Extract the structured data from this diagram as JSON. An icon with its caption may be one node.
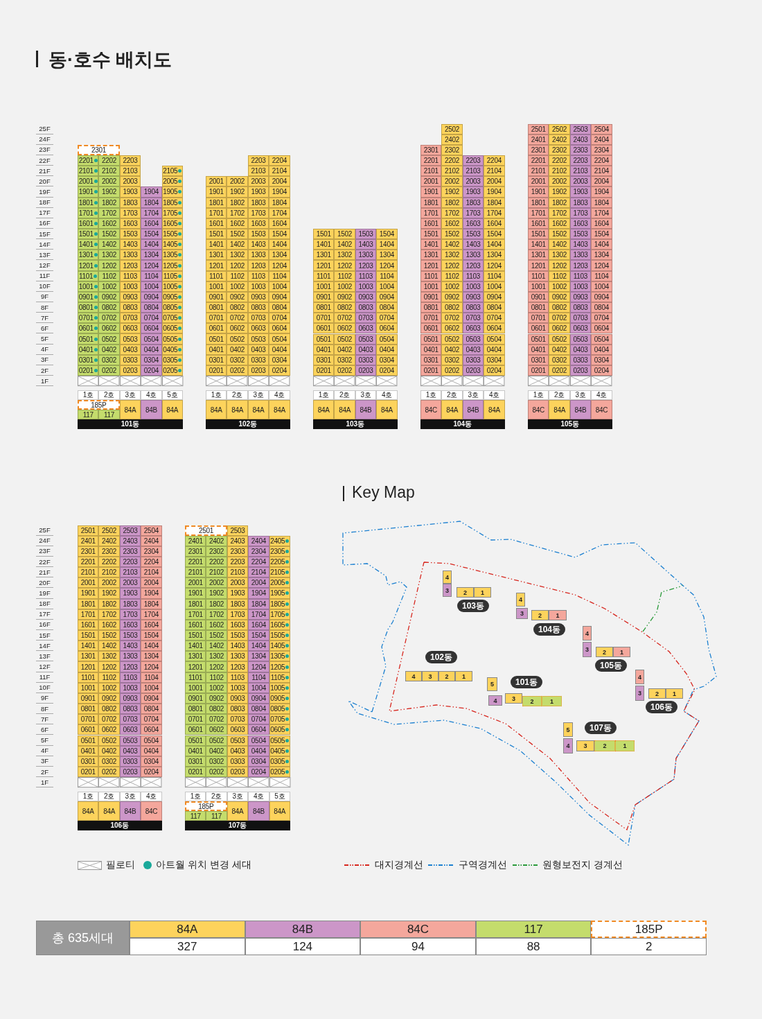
{
  "diagram": {
    "title": "동·호수 배치도",
    "nodes": [
      {
        "text": [
          "2301",
          "2201",
          "2202",
          "2203",
          "2101",
          "2102",
          "2103",
          "2105",
          "2001",
          "2002",
          "2003",
          "2005",
          "1901",
          "1902",
          "1903",
          "1904",
          "1905",
          "1801",
          "1802",
          "1803",
          "1804",
          "1805",
          "1701",
          "1702",
          "1703",
          "1704",
          "1705",
          "1601",
          "1602",
          "1603",
          "1604",
          "1605",
          "1501",
          "1502",
          "1503",
          "1504",
          "1505",
          "1401",
          "1402",
          "1403",
          "1404",
          "1405",
          "1301",
          "1302",
          "1303",
          "1304",
          "1305",
          "1201",
          "1202",
          "1203",
          "1204",
          "1205",
          "1101",
          "1102",
          "1103",
          "1104",
          "1105",
          "1001",
          "1002",
          "1003",
          "1004",
          "1005",
          "0901",
          "0902",
          "0903",
          "0904",
          "0905",
          "0801",
          "0802",
          "0803",
          "0804",
          "0805",
          "0701",
          "0702",
          "0703",
          "0704",
          "0705",
          "0601",
          "0602",
          "0603",
          "0604",
          "0605",
          "0501",
          "0502",
          "0503",
          "0504",
          "0505",
          "0401",
          "0402",
          "0403",
          "0404",
          "0405",
          "0301",
          "0302",
          "0303",
          "0304",
          "0305",
          "0201",
          "0202",
          "0203",
          "0204",
          "0205",
          "1호",
          "2호",
          "3호",
          "4호",
          "5호",
          "185P",
          "84A",
          "84B",
          "84A",
          "117",
          "117",
          "101동"
        ]
      },
      {
        "text": [
          "2203",
          "2204",
          "2103",
          "2104",
          "2001",
          "2002",
          "2003",
          "2004",
          "1901",
          "1902",
          "1903",
          "1904",
          "1801",
          "1802",
          "1803",
          "1804",
          "1701",
          "1702",
          "1703",
          "1704",
          "1601",
          "1602",
          "1603",
          "1604",
          "1501",
          "1502",
          "1503",
          "1504",
          "1401",
          "1402",
          "1403",
          "1404",
          "1301",
          "1302",
          "1303",
          "1304",
          "1201",
          "1202",
          "1203",
          "1204",
          "1101",
          "1102",
          "1103",
          "1104",
          "1001",
          "1002",
          "1003",
          "1004",
          "0901",
          "0902",
          "0903",
          "0904",
          "0801",
          "0802",
          "0803",
          "0804",
          "0701",
          "0702",
          "0703",
          "0704",
          "0601",
          "0602",
          "0603",
          "0604",
          "0501",
          "0502",
          "0503",
          "0504",
          "0401",
          "0402",
          "0403",
          "0404",
          "0301",
          "0302",
          "0303",
          "0304",
          "0201",
          "0202",
          "0203",
          "0204",
          "1호",
          "2호",
          "3호",
          "4호",
          "84A",
          "84A",
          "84A",
          "84A",
          "102동"
        ]
      },
      {
        "text": [
          "1501",
          "1502",
          "1503",
          "1504",
          "1401",
          "1402",
          "1403",
          "1404",
          "1301",
          "1302",
          "1303",
          "1304",
          "1201",
          "1202",
          "1203",
          "1204",
          "1101",
          "1102",
          "1103",
          "1104",
          "1001",
          "1002",
          "1003",
          "1004",
          "0901",
          "0902",
          "0903",
          "0904",
          "0801",
          "0802",
          "0803",
          "0804",
          "0701",
          "0702",
          "0703",
          "0704",
          "0601",
          "0602",
          "0603",
          "0604",
          "0501",
          "0502",
          "0503",
          "0504",
          "0401",
          "0402",
          "0403",
          "0404",
          "0301",
          "0302",
          "0303",
          "0304",
          "0201",
          "0202",
          "0203",
          "0204",
          "1호",
          "2호",
          "3호",
          "4호",
          "84A",
          "84A",
          "84B",
          "84A",
          "103동"
        ]
      },
      {
        "text": [
          "2502",
          "2402",
          "2301",
          "2302",
          "2201",
          "2202",
          "2203",
          "2204",
          "2101",
          "2102",
          "2103",
          "2104",
          "2001",
          "2002",
          "2003",
          "2004",
          "1901",
          "1902",
          "1903",
          "1904",
          "1801",
          "1802",
          "1803",
          "1804",
          "1701",
          "1702",
          "1703",
          "1704",
          "1601",
          "1602",
          "1603",
          "1604",
          "1501",
          "1502",
          "1503",
          "1504",
          "1401",
          "1402",
          "1403",
          "1404",
          "1301",
          "1302",
          "1303",
          "1304",
          "1201",
          "1202",
          "1203",
          "1204",
          "1101",
          "1102",
          "1103",
          "1104",
          "1001",
          "1002",
          "1003",
          "1004",
          "0901",
          "0902",
          "0903",
          "0904",
          "0801",
          "0802",
          "0803",
          "0804",
          "0701",
          "0702",
          "0703",
          "0704",
          "0601",
          "0602",
          "0603",
          "0604",
          "0501",
          "0502",
          "0503",
          "0504",
          "0401",
          "0402",
          "0403",
          "0404",
          "0301",
          "0302",
          "0303",
          "0304",
          "0201",
          "0202",
          "0203",
          "0204",
          "1호",
          "2호",
          "3호",
          "4호",
          "84C",
          "84A",
          "84B",
          "84A",
          "104동"
        ]
      },
      {
        "text": [
          "2501",
          "2502",
          "2503",
          "2504",
          "2401",
          "2402",
          "2403",
          "2404",
          "2301",
          "2302",
          "2303",
          "2304",
          "2201",
          "2202",
          "2203",
          "2204",
          "2101",
          "2102",
          "2103",
          "2104",
          "2001",
          "2002",
          "2003",
          "2004",
          "1901",
          "1902",
          "1903",
          "1904",
          "1801",
          "1802",
          "1803",
          "1804",
          "1701",
          "1702",
          "1703",
          "1704",
          "1601",
          "1602",
          "1603",
          "1604",
          "1501",
          "1502",
          "1503",
          "1504",
          "1401",
          "1402",
          "1403",
          "1404",
          "1301",
          "1302",
          "1303",
          "1304",
          "1201",
          "1202",
          "1203",
          "1204",
          "1101",
          "1102",
          "1103",
          "1104",
          "1001",
          "1002",
          "1003",
          "1004",
          "0901",
          "0902",
          "0903",
          "0904",
          "0801",
          "0802",
          "0803",
          "0804",
          "0701",
          "0702",
          "0703",
          "0704",
          "0601",
          "0602",
          "0603",
          "0604",
          "0501",
          "0502",
          "0503",
          "0504",
          "0401",
          "0402",
          "0403",
          "0404",
          "0301",
          "0302",
          "0303",
          "0304",
          "0201",
          "0202",
          "0203",
          "0204",
          "1호",
          "2호",
          "3호",
          "4호",
          "84C",
          "84A",
          "84B",
          "84C",
          "105동"
        ]
      },
      {
        "text": [
          "2501",
          "2502",
          "2503",
          "2504",
          "2401",
          "2402",
          "2403",
          "2404",
          "2301",
          "2302",
          "2303",
          "2304",
          "2201",
          "2202",
          "2203",
          "2204",
          "2101",
          "2102",
          "2103",
          "2104",
          "2001",
          "2002",
          "2003",
          "2004",
          "1901",
          "1902",
          "1903",
          "1904",
          "1801",
          "1802",
          "1803",
          "1804",
          "1701",
          "1702",
          "1703",
          "1704",
          "1601",
          "1602",
          "1603",
          "1604",
          "1501",
          "1502",
          "1503",
          "1504",
          "1401",
          "1402",
          "1403",
          "1404",
          "1301",
          "1302",
          "1303",
          "1304",
          "1201",
          "1202",
          "1203",
          "1204",
          "1101",
          "1102",
          "1103",
          "1104",
          "1001",
          "1002",
          "1003",
          "1004",
          "0901",
          "0902",
          "0903",
          "0904",
          "0801",
          "0802",
          "0803",
          "0804",
          "0701",
          "0702",
          "0703",
          "0704",
          "0601",
          "0602",
          "0603",
          "0604",
          "0501",
          "0502",
          "0503",
          "0504",
          "0401",
          "0402",
          "0403",
          "0404",
          "0301",
          "0302",
          "0303",
          "0304",
          "0201",
          "0202",
          "0203",
          "0204",
          "1호",
          "2호",
          "3호",
          "4호",
          "84A",
          "84A",
          "84B",
          "84C",
          "106동"
        ]
      },
      {
        "text": [
          "2501",
          "2503",
          "2401",
          "2402",
          "2403",
          "2404",
          "2405",
          "2301",
          "2302",
          "2303",
          "2304",
          "2305",
          "2201",
          "2202",
          "2203",
          "2204",
          "2205",
          "2101",
          "2102",
          "2103",
          "2104",
          "2105",
          "2001",
          "2002",
          "2003",
          "2004",
          "2005",
          "1901",
          "1902",
          "1903",
          "1904",
          "1905",
          "1801",
          "1802",
          "1803",
          "1804",
          "1805",
          "1701",
          "1702",
          "1703",
          "1704",
          "1705",
          "1601",
          "1602",
          "1603",
          "1604",
          "1605",
          "1501",
          "1502",
          "1503",
          "1504",
          "1505",
          "1401",
          "1402",
          "1403",
          "1404",
          "1405",
          "1301",
          "1302",
          "1303",
          "1304",
          "1305",
          "1201",
          "1202",
          "1203",
          "1204",
          "1205",
          "1101",
          "1102",
          "1103",
          "1104",
          "1105",
          "1001",
          "1002",
          "1003",
          "1004",
          "1005",
          "0901",
          "0902",
          "0903",
          "0904",
          "0905",
          "0801",
          "0802",
          "0803",
          "0804",
          "0805",
          "0701",
          "0702",
          "0703",
          "0704",
          "0705",
          "0601",
          "0602",
          "0603",
          "0604",
          "0605",
          "0501",
          "0502",
          "0503",
          "0504",
          "0505",
          "0401",
          "0402",
          "0403",
          "0404",
          "0405",
          "0301",
          "0302",
          "0303",
          "0304",
          "0305",
          "0201",
          "0202",
          "0203",
          "0204",
          "0205",
          "1호",
          "2호",
          "3호",
          "4호",
          "5호",
          "185P",
          "84A",
          "84B",
          "84A",
          "117",
          "117",
          "107동"
        ]
      },
      {
        "text": [
          "4",
          "3",
          "2",
          "1",
          "103동"
        ]
      },
      {
        "text": [
          "4",
          "3",
          "2",
          "1",
          "104동"
        ]
      },
      {
        "text": [
          "4",
          "3",
          "2",
          "1",
          "105동"
        ]
      },
      {
        "text": [
          "4",
          "3",
          "2",
          "1",
          "102동"
        ]
      },
      {
        "text": [
          "4",
          "3",
          "2",
          "1",
          "106동"
        ]
      },
      {
        "text": [
          "5",
          "4",
          "3",
          "2",
          "1",
          "101동"
        ]
      },
      {
        "text": [
          "5",
          "4",
          "3",
          "2",
          "1",
          "107동"
        ]
      }
    ],
    "labels": [
      "25F",
      "24F",
      "23F",
      "22F",
      "21F",
      "20F",
      "19F",
      "18F",
      "17F",
      "16F",
      "15F",
      "14F",
      "13F",
      "12F",
      "11F",
      "10F",
      "9F",
      "8F",
      "7F",
      "6F",
      "5F",
      "4F",
      "3F",
      "2F",
      "1F",
      "Key Map",
      "25F",
      "24F",
      "23F",
      "22F",
      "21F",
      "20F",
      "19F",
      "18F",
      "17F",
      "16F",
      "15F",
      "14F",
      "13F",
      "12F",
      "11F",
      "10F",
      "9F",
      "8F",
      "7F",
      "6F",
      "5F",
      "4F",
      "3F",
      "2F",
      "1F",
      "총 635세대",
      "84A",
      "84B",
      "84C",
      "117",
      "185P",
      "327",
      "124",
      "94",
      "88",
      "2"
    ],
    "legend": [
      {
        "text": "필로티"
      },
      {
        "text": "아트월 위치 변경 세대",
        "color": "#1aa99a"
      },
      {
        "text": "대지경계선"
      },
      {
        "text": "구역경계선"
      },
      {
        "text": "원형보전지 경계선"
      }
    ]
  }
}
